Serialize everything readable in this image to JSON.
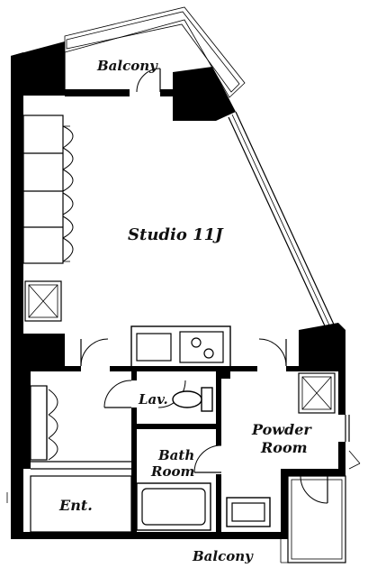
{
  "rooms": {
    "studio": "Studio 11J",
    "balcony_top": "Balcony",
    "lav": "Lav.",
    "powder_room_line1": "Powder",
    "powder_room_line2": "Room",
    "bath_room_line1": "Bath",
    "bath_room_line2": "Room",
    "entrance": "Ent.",
    "balcony_bottom": "Balcony"
  },
  "colors": {
    "wall": "#000000",
    "background": "#ffffff"
  }
}
